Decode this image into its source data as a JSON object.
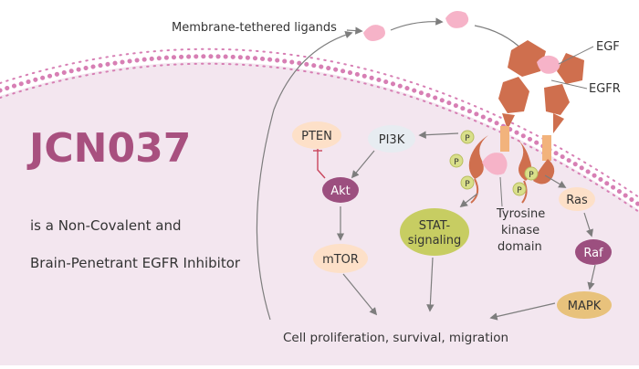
{
  "colors": {
    "cell_fill": "#f3e6ef",
    "membrane": "#d77fb4",
    "receptor": "#cf6f4e",
    "ligand": "#f6b3c8",
    "title": "#a8507f",
    "arrow": "#7d7d7d",
    "phospho": "#d9df8a",
    "inhibit": "#c9455c"
  },
  "title": "JCN037",
  "subtitle_line1": "is a Non-Covalent and",
  "subtitle_line2": "Brain-Penetrant EGFR Inhibitor",
  "labels": {
    "ligands": "Membrane-tethered ligands",
    "egf": "EGF",
    "egfr": "EGFR",
    "tyrosine_line1": "Tyrosine",
    "tyrosine_line2": "kinase",
    "tyrosine_line3": "domain",
    "outcome": "Cell proliferation, survival, migration"
  },
  "nodes": {
    "pten": "PTEN",
    "pi3k": "PI3K",
    "akt": "Akt",
    "mtor": "mTOR",
    "stat_line1": "STAT-",
    "stat_line2": "signaling",
    "ras": "Ras",
    "raf": "Raf",
    "mapk": "MAPK"
  },
  "phospho_label": "P"
}
